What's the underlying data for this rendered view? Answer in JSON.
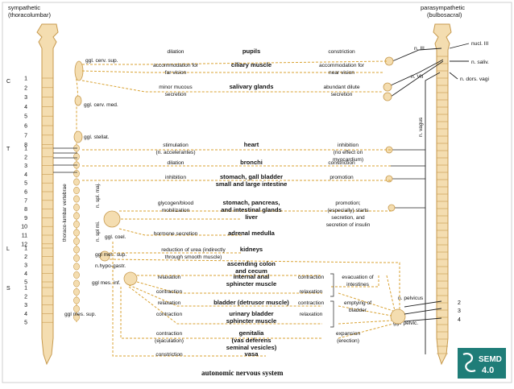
{
  "headers": {
    "left_title": "sympathetic",
    "left_sub": "(thoracolumbar)",
    "right_title": "parasympathetic",
    "right_sub": "(bulbosacral)"
  },
  "segments": {
    "groups": [
      "C",
      "T",
      "L",
      "S"
    ],
    "c": [
      "1",
      "2",
      "3",
      "4",
      "5",
      "6",
      "7",
      "8"
    ],
    "t": [
      "1",
      "2",
      "3",
      "4",
      "5",
      "6",
      "7",
      "8",
      "9",
      "10",
      "11",
      "12"
    ],
    "l": [
      "1",
      "2",
      "3",
      "4",
      "5"
    ],
    "s": [
      "1",
      "2",
      "3",
      "4",
      "5"
    ],
    "right_sacral": [
      "2",
      "3",
      "4"
    ]
  },
  "ganglia_labels": {
    "cerv_sup": "ggl. cerv. sup.",
    "cerv_med": "ggl. cerv. med.",
    "stellat": "ggl. stellat.",
    "spl_maj": "n. spl. maj.",
    "spl_mi": "n. spl mi.",
    "thoraco_lumbar": "thoraco-lumbar vertebrae",
    "coel": "ggl. coel.",
    "mes_sup": "ggl mes. sup.",
    "hypogastr": "n.hypo-gastr.",
    "mes_inf": "ggl mes. inf.",
    "mes_sup_low": "ggl mes. sup.",
    "pelvicus": "n. pelvicus",
    "ggl_pelvic": "ggl. pelvic."
  },
  "cranial_labels": {
    "n3": "n. III",
    "n7": "n. VII",
    "n10": "n. vagus",
    "nucl3": "nucl. III",
    "saliv": "n. saliv.",
    "dors_vagi": "n. dors. vagi"
  },
  "rows": [
    {
      "organ": "pupils",
      "symp": [
        "dilation"
      ],
      "para": [
        "constriction"
      ]
    },
    {
      "organ": "ciliary muscle",
      "symp": [
        "accommodation for",
        "far vision"
      ],
      "para": [
        "accommodation for",
        "near vision"
      ]
    },
    {
      "organ": "salivary glands",
      "symp": [
        "minor mucous",
        "secretion"
      ],
      "para": [
        "abundant dilute",
        "secretion"
      ]
    },
    {
      "organ": "heart",
      "symp": [
        "stimulation",
        "(n. accelerantes)"
      ],
      "para": [
        "inhibition",
        "(no effect on",
        "myocardium)"
      ]
    },
    {
      "organ": "bronchi",
      "symp": [
        "dilation"
      ],
      "para": [
        "constriction"
      ]
    },
    {
      "organ": "stomach, gall bladder",
      "organ2": "small and large intestine",
      "symp": [
        "inhibition"
      ],
      "para": [
        "promotion"
      ]
    },
    {
      "organ": "stomach, pancreas,",
      "organ2": "and intestinal glands",
      "symp": [
        "glycogen/blood",
        "mobilization"
      ],
      "para": [
        "promotion;",
        "(especially) starts",
        "secretion, and",
        "secretion of insulin"
      ]
    },
    {
      "organ": "liver",
      "symp": [],
      "para": []
    },
    {
      "organ": "adrenal medulla",
      "symp": [
        "hormone secretion"
      ],
      "para": []
    },
    {
      "organ": "kidneys",
      "symp": [
        "reduction of urea (indirectly",
        "through smooth muscle)"
      ],
      "para": []
    },
    {
      "organ": "ascending colon",
      "organ2": "and cecum",
      "symp": [],
      "para": []
    },
    {
      "organ": "internal anal",
      "organ2": "sphincter muscle",
      "symp": [
        "relaxation",
        "contraction"
      ],
      "para": [
        "contraction",
        "relaxation"
      ],
      "para_far": [
        "evacuation of",
        "intestines"
      ]
    },
    {
      "organ": "bladder (detrusor muscle)",
      "symp": [
        "relaxation"
      ],
      "para": [
        "contraction"
      ],
      "para_far": [
        "emptying of",
        "bladder"
      ]
    },
    {
      "organ": "urinary bladder",
      "organ2": "sphincter muscle",
      "symp": [
        "contraction"
      ],
      "para": [
        "relaxation"
      ]
    },
    {
      "organ": "genitalia",
      "organ2": "(vas deferens",
      "organ3": "seminal vesicles)",
      "symp": [
        "contraction",
        "(ejaculation)"
      ],
      "para": [
        "expansion",
        "(erection)"
      ]
    },
    {
      "organ": "vasa",
      "symp": [
        "constriction"
      ],
      "para": []
    }
  ],
  "footer": {
    "title": "autonomic nervous system"
  },
  "logo": {
    "line1": "SEMD",
    "line2": "4.0",
    "bg_color": "#1f7d78"
  },
  "colors": {
    "nerve": "#d9a232",
    "spine": "#f4ddb0",
    "spine_edge": "#c79a4e",
    "line": "#222222"
  }
}
